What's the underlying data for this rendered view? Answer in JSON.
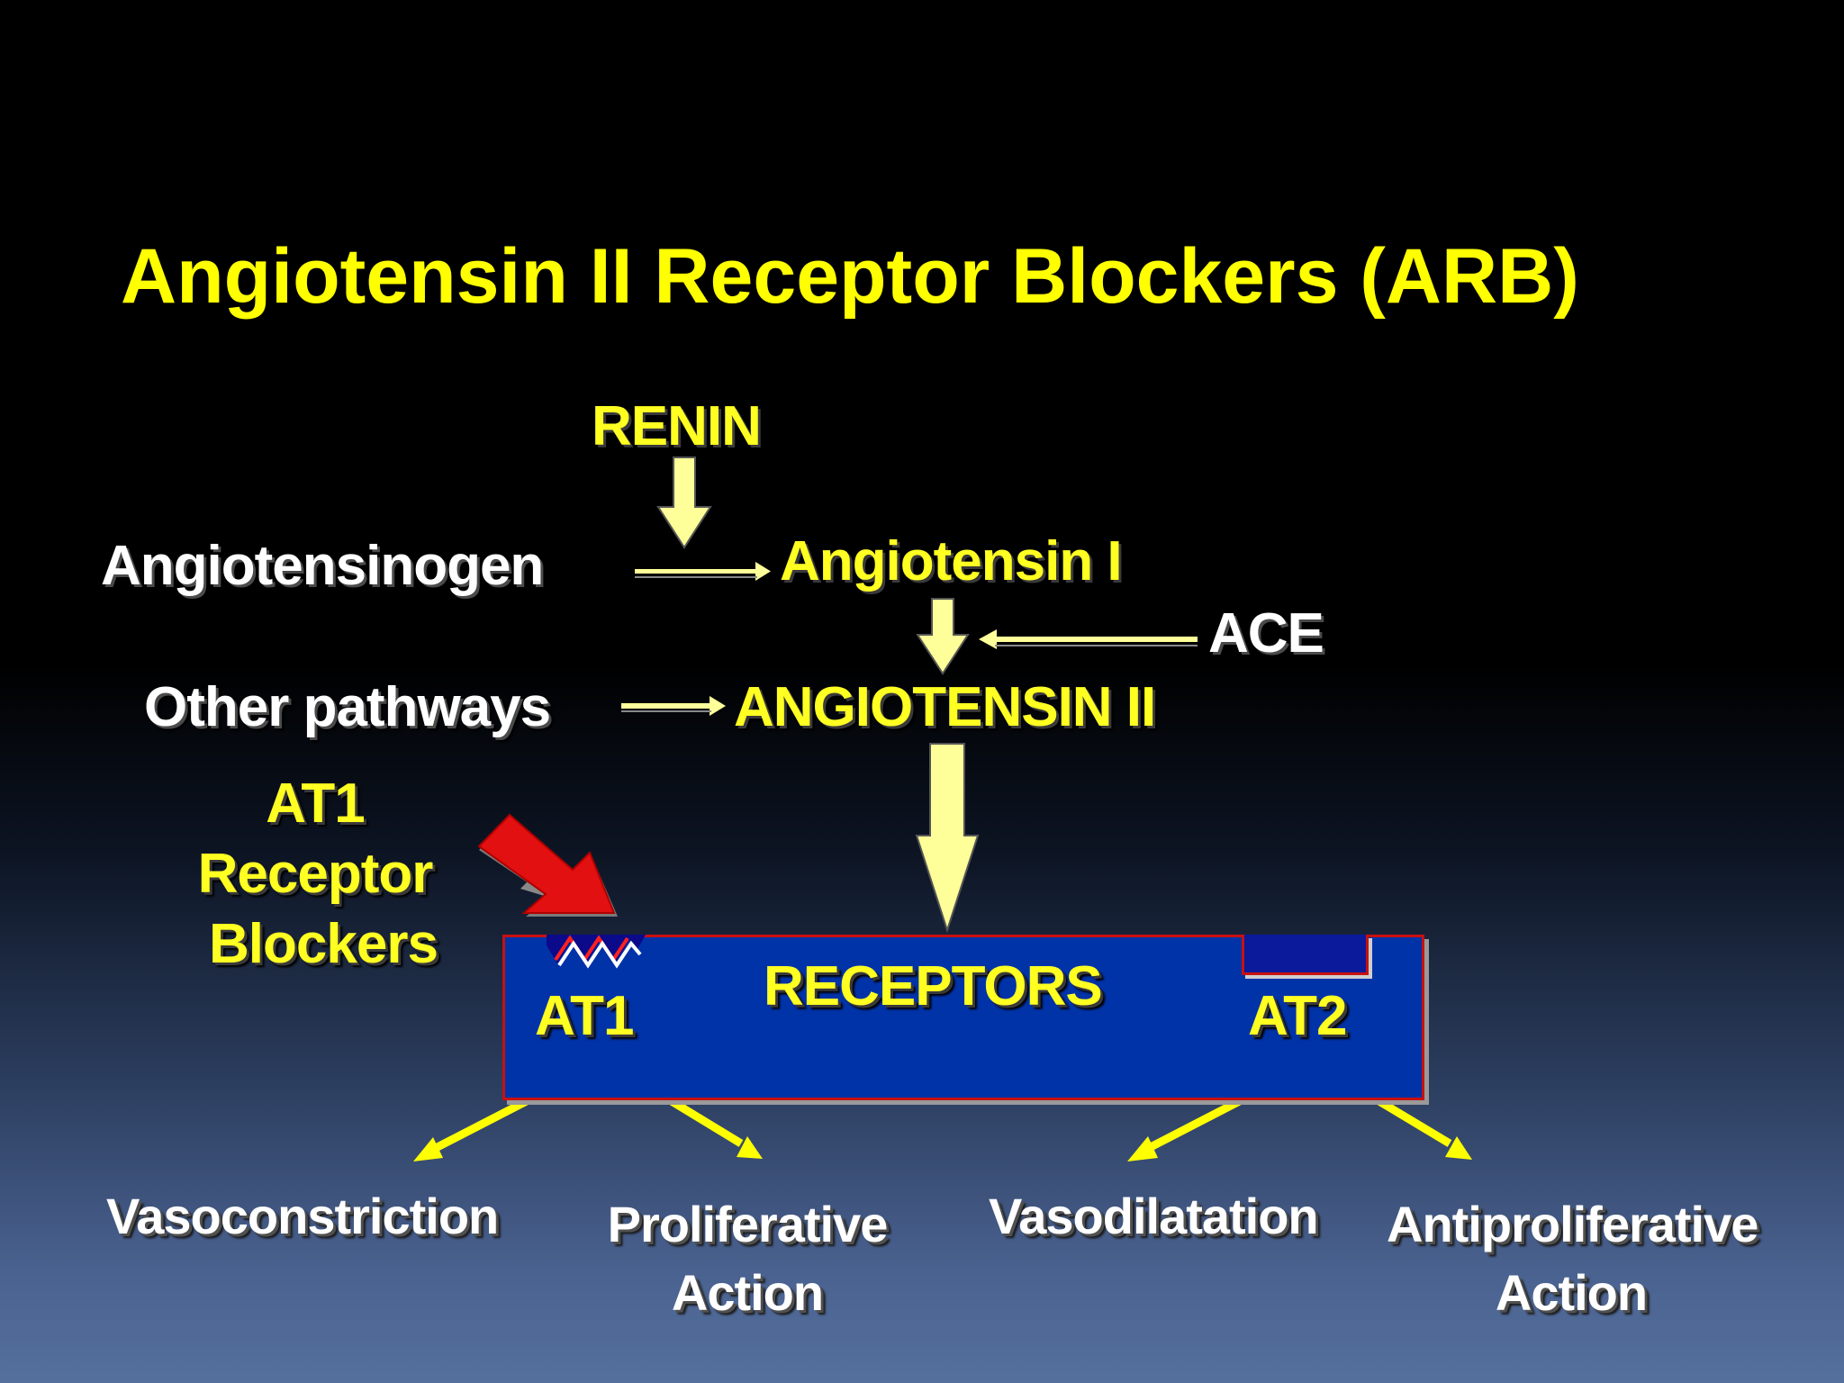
{
  "slide": {
    "title": "Angiotensin II Receptor Blockers (ARB)",
    "pathway": {
      "renin": "RENIN",
      "angiotensinogen": "Angiotensinogen",
      "angiotensin_i": "Angiotensin I",
      "ace": "ACE",
      "other_pathways": "Other pathways",
      "angiotensin_ii": "ANGIOTENSIN II"
    },
    "blocker_label": [
      "AT1",
      "Receptor",
      "Blockers"
    ],
    "receptors": {
      "label": "RECEPTORS",
      "at1": "AT1",
      "at2": "AT2"
    },
    "effects": {
      "vasoconstriction": "Vasoconstriction",
      "proliferative": [
        "Proliferative",
        "Action"
      ],
      "vasodilatation": "Vasodilatation",
      "antiproliferative": [
        "Antiproliferative",
        "Action"
      ]
    },
    "colors": {
      "title": "#ffff00",
      "arrow_fill": "#ffff99",
      "box": "#0033a8",
      "box_border": "#c81010",
      "blocker_arrow": "#e21010"
    }
  }
}
